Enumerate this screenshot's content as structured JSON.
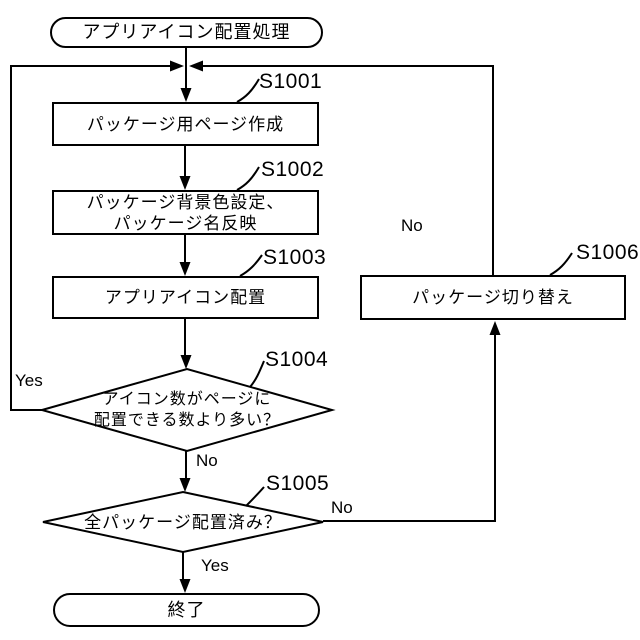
{
  "figure": {
    "background": "#ffffff",
    "line_color": "#000000",
    "nodes": {
      "start": {
        "type": "terminal",
        "label": "アプリアイコン配置処理"
      },
      "s1001": {
        "type": "process",
        "step": "S1001",
        "label": "パッケージ用ページ作成"
      },
      "s1002": {
        "type": "process",
        "step": "S1002",
        "line1": "パッケージ背景色設定、",
        "line2": "パッケージ名反映"
      },
      "s1003": {
        "type": "process",
        "step": "S1003",
        "label": "アプリアイコン配置"
      },
      "s1004": {
        "type": "decision",
        "step": "S1004",
        "line1": "アイコン数がページに",
        "line2": "配置できる数より多い？"
      },
      "s1005": {
        "type": "decision",
        "step": "S1005",
        "label": "全パッケージ配置済み？"
      },
      "s1006": {
        "type": "process",
        "step": "S1006",
        "label": "パッケージ切り替え"
      },
      "end": {
        "type": "terminal",
        "label": "終了"
      }
    },
    "edges": {
      "s1004_yes": "Yes",
      "s1004_no": "No",
      "s1005_yes": "Yes",
      "s1005_no": "No",
      "loop_no": "No"
    }
  }
}
